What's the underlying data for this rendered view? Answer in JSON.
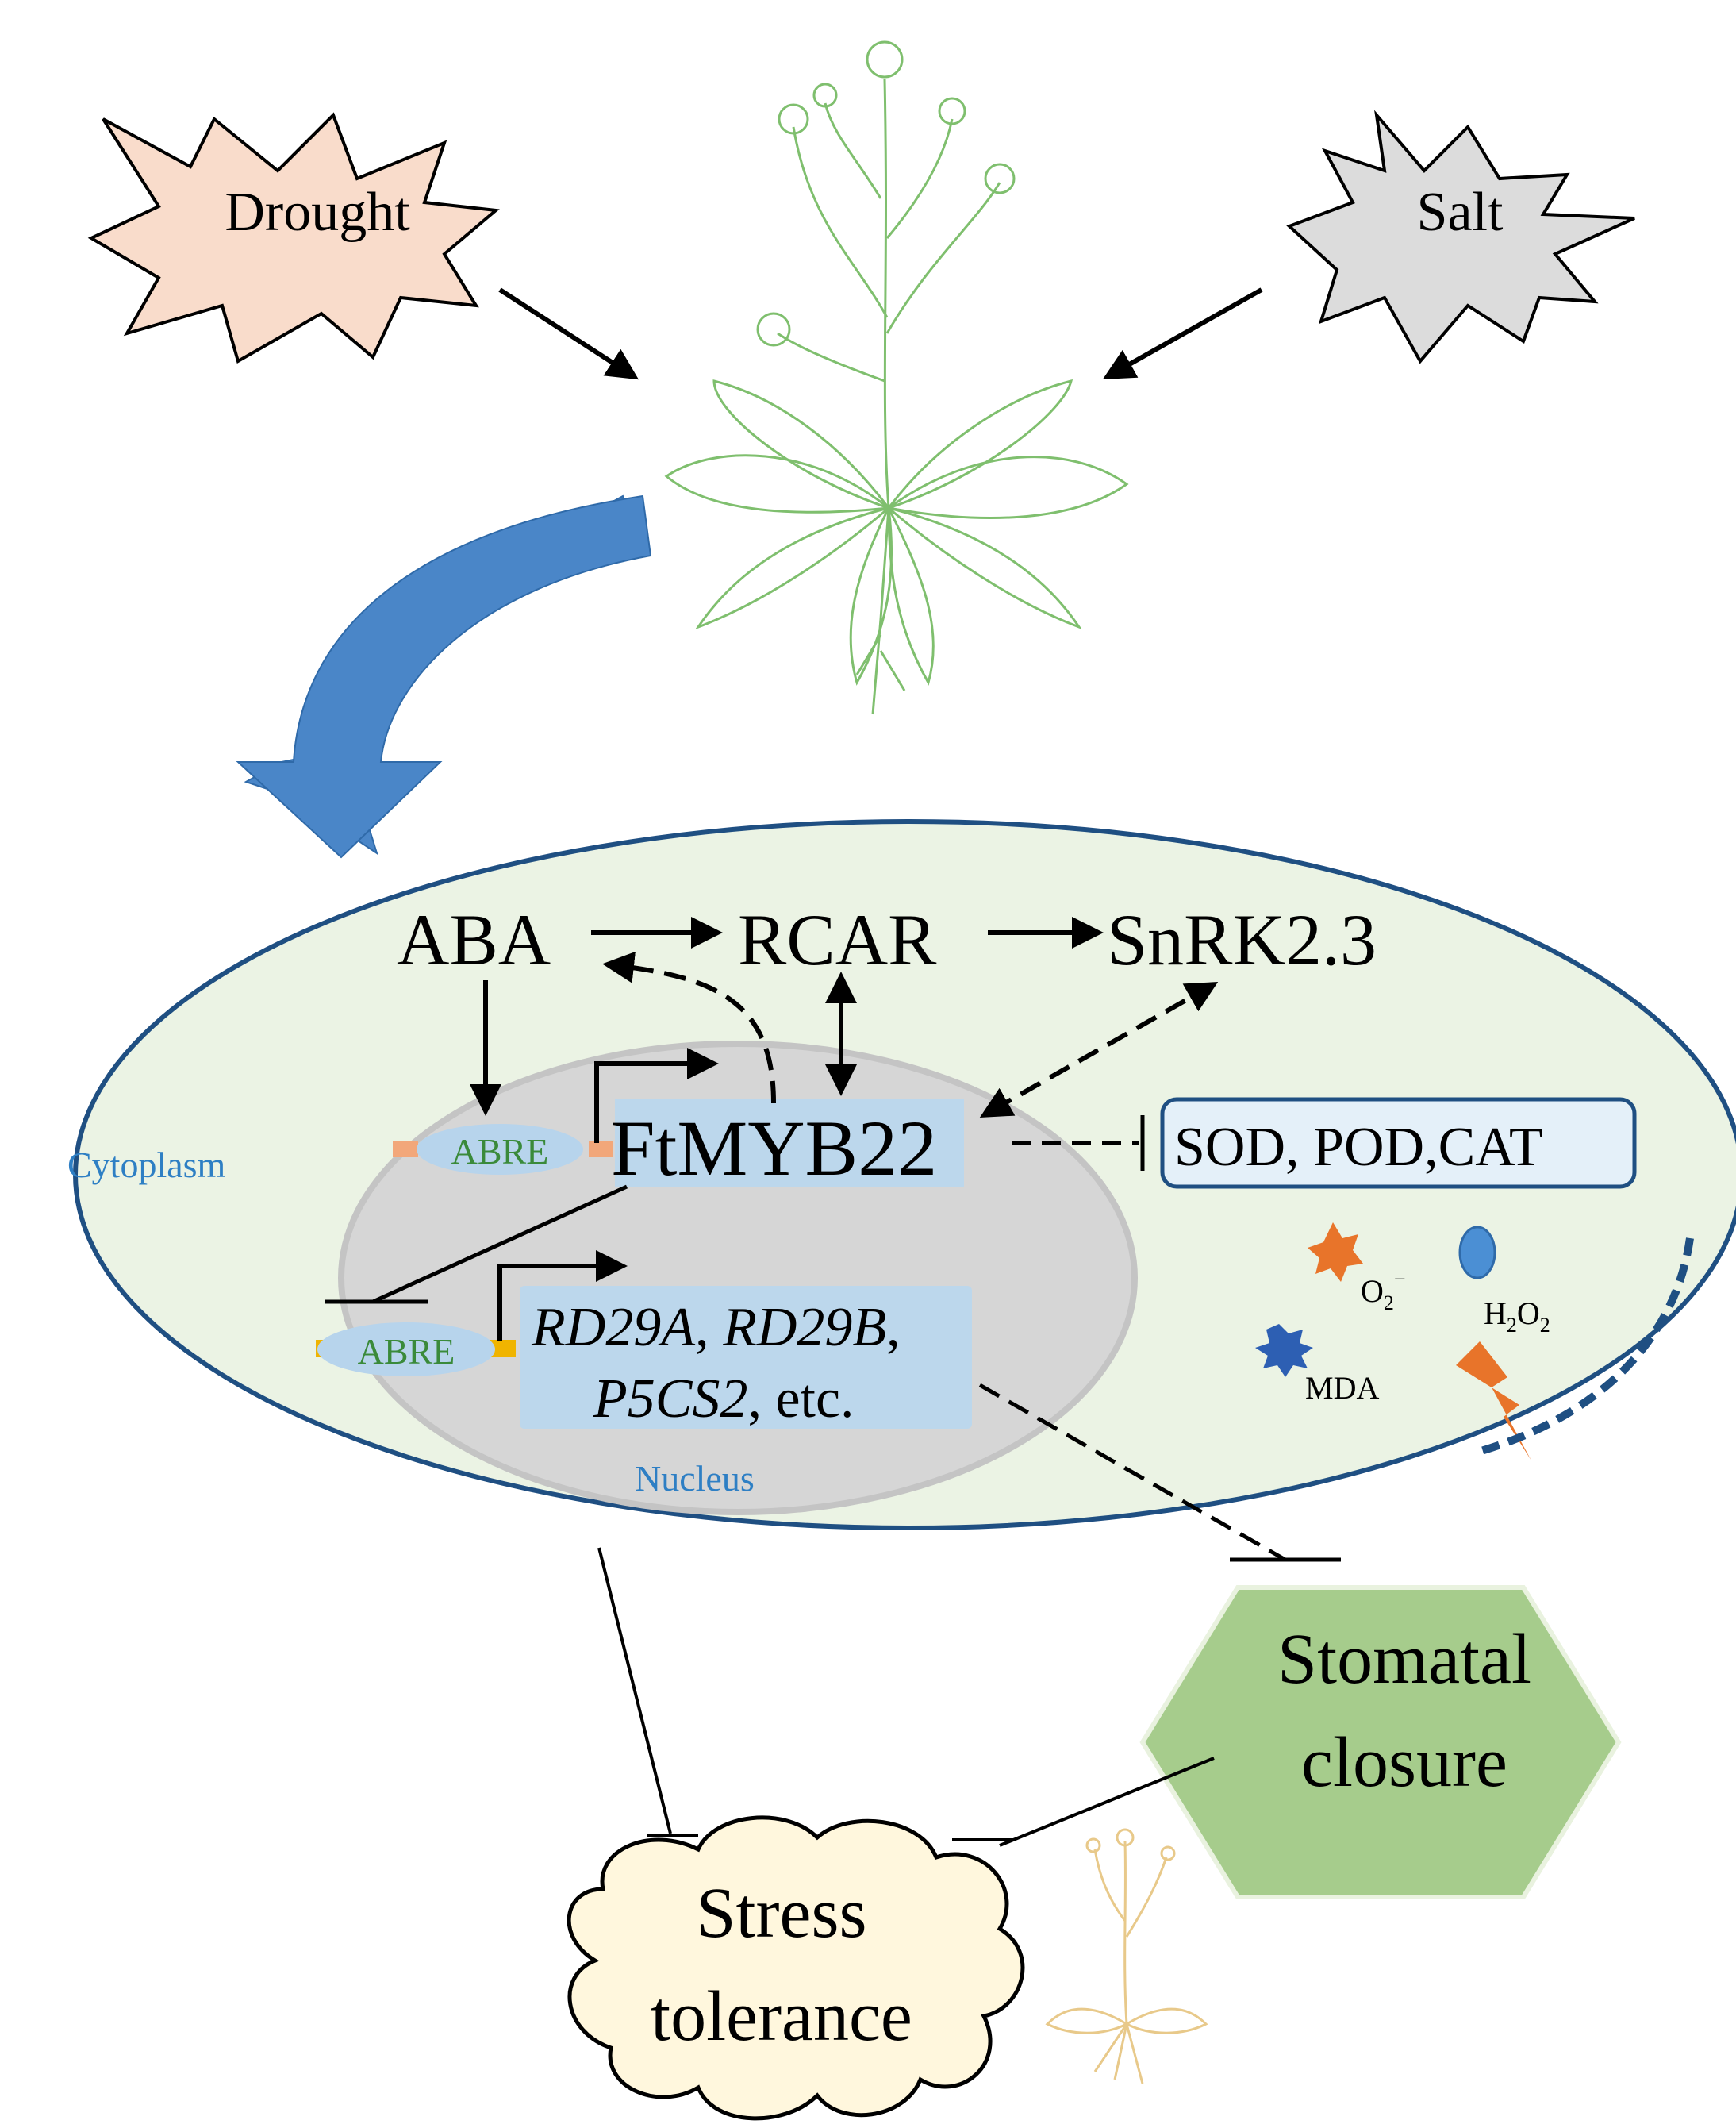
{
  "stressors": {
    "drought": "Drought",
    "salt": "Salt"
  },
  "compartments": {
    "cytoplasm": "Cytoplasm",
    "nucleus": "Nucleus"
  },
  "pathway": {
    "aba": "ABA",
    "rcar": "RCAR",
    "snrk": "SnRK2.3",
    "ftmyb22": "FtMYB22",
    "abre_upper": "ABRE",
    "abre_lower": "ABRE",
    "enzymes": "SOD, POD,CAT",
    "genes_line1_a": "RD29A",
    "genes_line1_sep": ", ",
    "genes_line1_b": "RD29B",
    "genes_line1_end": ",",
    "genes_line2_a": "P5CS2",
    "genes_line2_end": ", etc."
  },
  "ros": {
    "superoxide_base": "O",
    "superoxide_sub": "2",
    "superoxide_sup": "−",
    "peroxide_h": "H",
    "peroxide_sub1": "2",
    "peroxide_o": "O",
    "peroxide_sub2": "2",
    "mda": "MDA"
  },
  "outcomes": {
    "stomatal_line1": "Stomatal",
    "stomatal_line2": "closure",
    "stress_line1": "Stress",
    "stress_line2": "tolerance"
  },
  "colors": {
    "drought_fill": "#f9dccb",
    "salt_fill": "#dcdcdc",
    "cell_fill": "#ebf3e4",
    "nucleus_fill": "#d6d6d6",
    "highlight_box": "#bcd7ec",
    "blue_arrow": "#4a86c8",
    "hexagon_fill": "#a6cc8c",
    "cloud_fill": "#fff7dd",
    "plant_green": "#7fbf6e",
    "small_plant": "#e8c98a",
    "abre_fill": "#b7d4ec",
    "abre_text": "#3a8a3a",
    "label_blue": "#2e7fc4",
    "orange": "#e8742a",
    "mda_blue": "#2d5fb3",
    "h2o2_blue": "#4b8fd4"
  }
}
